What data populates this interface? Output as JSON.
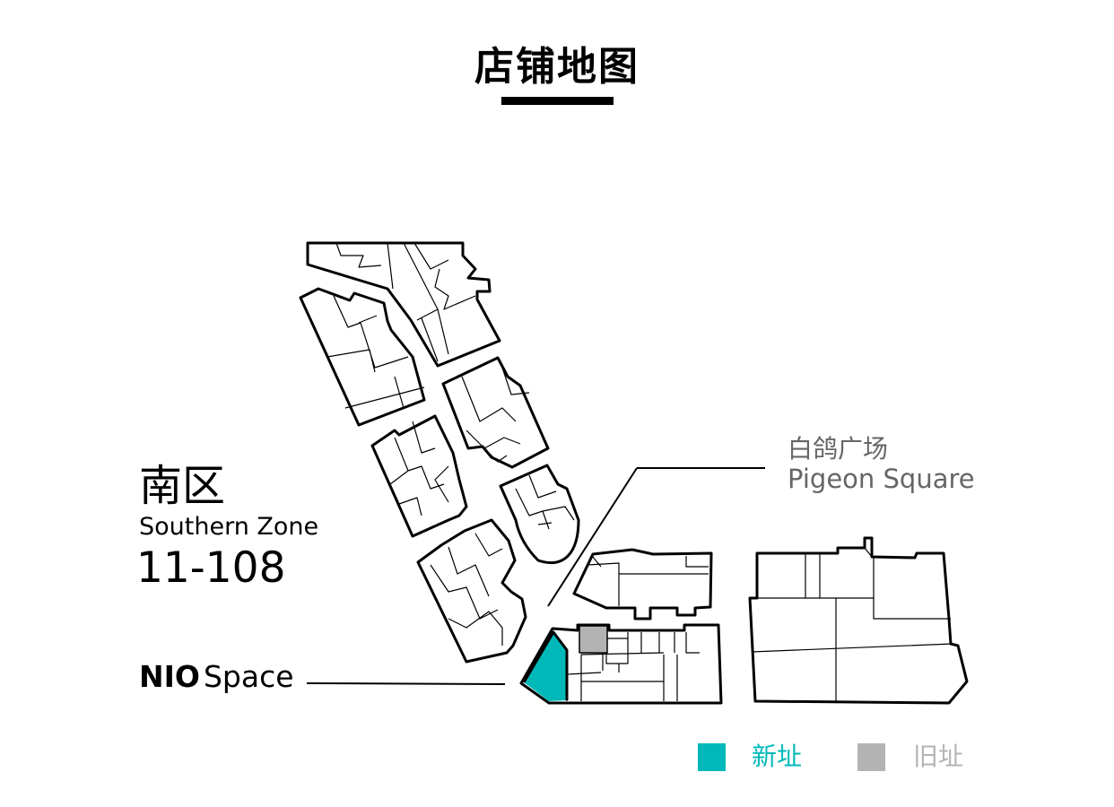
{
  "title": "店铺地图",
  "zone": {
    "name_zh": "南区",
    "name_en": "Southern Zone",
    "code": "11-108"
  },
  "store": {
    "brand_bold": "NIO",
    "brand_light": "Space"
  },
  "landmark": {
    "name_zh": "白鸽广场",
    "name_en": "Pigeon Square"
  },
  "legend": [
    {
      "label": "新址",
      "color": "#00b8b8"
    },
    {
      "label": "旧址",
      "color": "#b3b3b3"
    }
  ],
  "colors": {
    "new_location": "#00b8b8",
    "old_location": "#b3b3b3",
    "outline": "#000000",
    "legend_old_text": "#b3b3b3"
  }
}
